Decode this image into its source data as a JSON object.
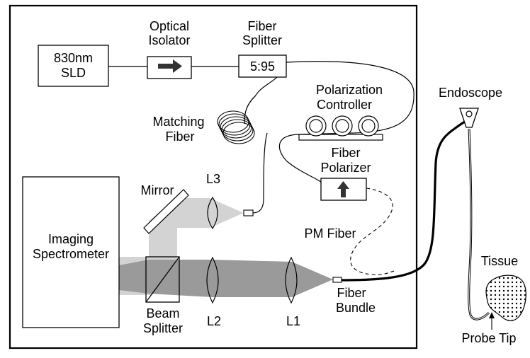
{
  "labels": {
    "sld_line1": "830nm",
    "sld_line2": "SLD",
    "isolator_line1": "Optical",
    "isolator_line2": "Isolator",
    "splitter_line1": "Fiber",
    "splitter_line2": "Splitter",
    "splitter_ratio": "5:95",
    "polctrl_line1": "Polarization",
    "polctrl_line2": "Controller",
    "endoscope": "Endoscope",
    "matching_line1": "Matching",
    "matching_line2": "Fiber",
    "polarizer_line1": "Fiber",
    "polarizer_line2": "Polarizer",
    "l3": "L3",
    "mirror": "Mirror",
    "imaging_line1": "Imaging",
    "imaging_line2": "Spectrometer",
    "pm_fiber": "PM Fiber",
    "tissue": "Tissue",
    "bundle_line1": "Fiber",
    "bundle_line2": "Bundle",
    "beam_line1": "Beam",
    "beam_line2": "Splitter",
    "l2": "L2",
    "l1": "L1",
    "probe_tip": "Probe Tip"
  },
  "colors": {
    "line": "#000000",
    "beam_light": "#d3d3d3",
    "beam_dark": "#9a9a9a",
    "background": "#ffffff"
  },
  "icons": {
    "isolator": "right-arrow-icon",
    "polarizer": "up-arrow-icon"
  }
}
